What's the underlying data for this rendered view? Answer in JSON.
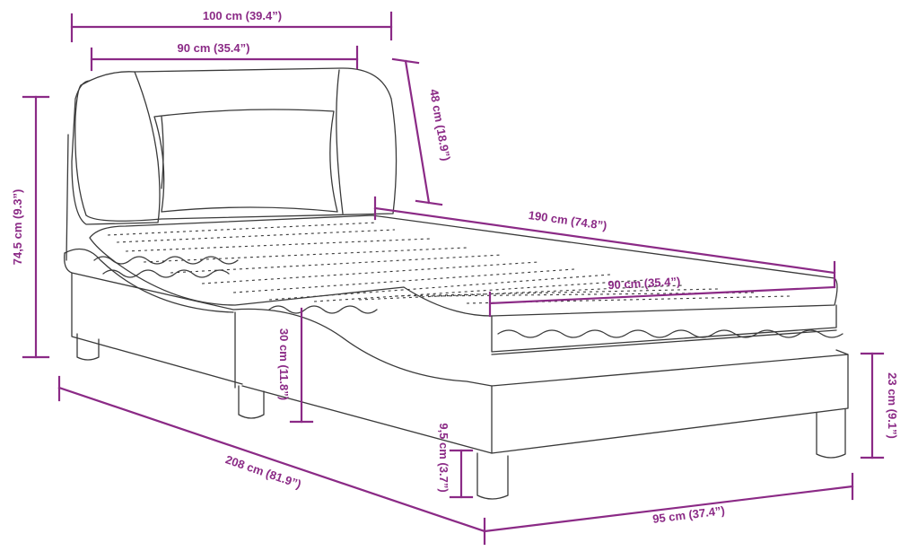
{
  "dimensions": {
    "overall_width": "100 cm (39.4”)",
    "headboard_width": "90 cm (35.4”)",
    "headboard_height": "48 cm (18.9”)",
    "total_height": "74,5 cm (9.3”)",
    "mattress_length": "190 cm (74.8”)",
    "mattress_width": "90 cm (35.4”)",
    "frame_height": "30 cm (11.8”)",
    "overall_length": "208 cm (81.9”)",
    "leg_height": "9,5 cm (3.7”)",
    "frame_width": "95 cm (37.4”)",
    "bed_side_height": "23 cm (9.1”)"
  },
  "colors": {
    "dimension": "#8b2a86",
    "outline": "#3a3a3a"
  }
}
